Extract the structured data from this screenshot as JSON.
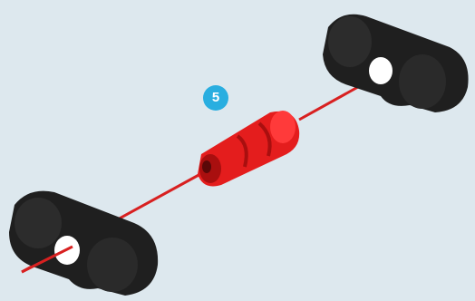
{
  "step_number": "5",
  "colors": {
    "background": "#dde8ee",
    "beam": "#1f1f1f",
    "beam_highlight": "#3a3a3a",
    "pin": "#e41d1d",
    "pin_dark": "#a90f0f",
    "axle_line": "#d82020",
    "step_badge": "#29aee0",
    "hole": "#ffffff"
  },
  "icons": [
    "black-beam-piece",
    "red-connector-pin",
    "assembly-guide-line"
  ]
}
